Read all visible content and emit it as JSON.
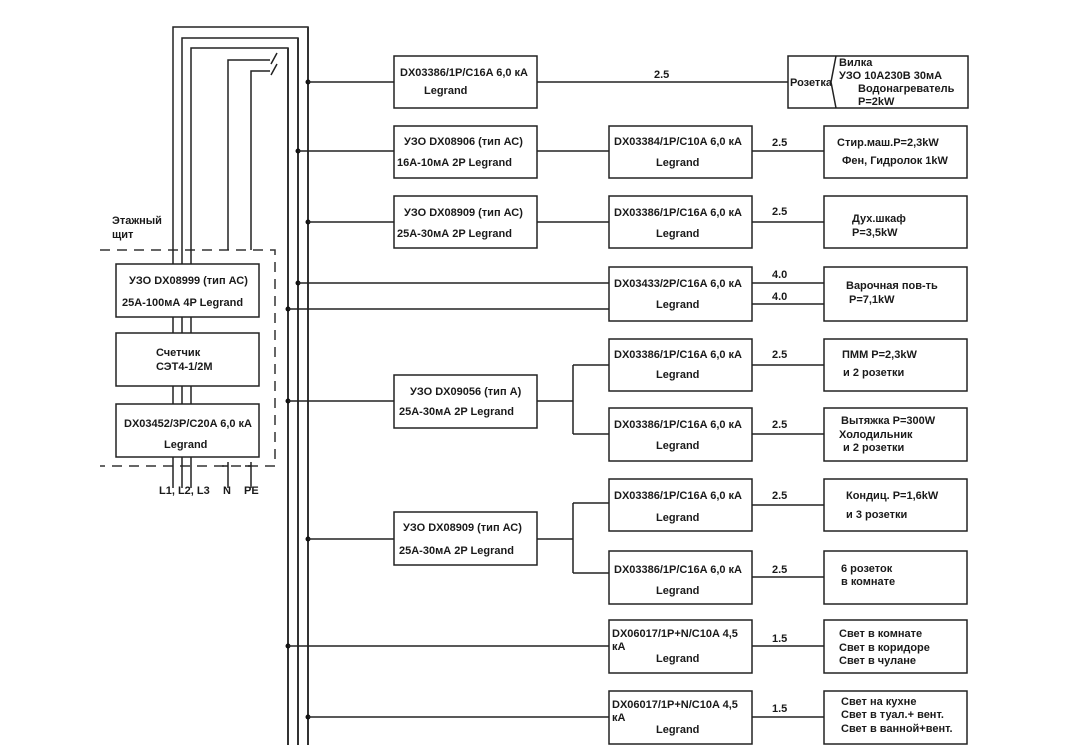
{
  "panel": {
    "label_line1": "Этажный",
    "label_line2": "щит",
    "rcd_main": {
      "line1": "УЗО DX08999 (тип АС)",
      "line2": "25A-100мА 4P Legrand"
    },
    "meter": {
      "line1": "Счетчик",
      "line2": "СЭТ4-1/2М"
    },
    "main_breaker": {
      "line1": "DX03452/3P/C20A 6,0 кА",
      "line2": "Legrand"
    },
    "terminals": {
      "phases": "L1, L2, L3",
      "neutral": "N",
      "earth": "PE"
    }
  },
  "circuits": [
    {
      "device": {
        "line1": "DX03386/1P/C16A 6,0 кА",
        "line2": "Legrand"
      },
      "cable": "2.5",
      "load": {
        "socket_label": "Розетка",
        "lines": [
          "Вилка",
          "УЗО 10А230В 30мА",
          "Водонагреватель",
          "P=2kW"
        ]
      }
    },
    {
      "rcd": {
        "line1": "УЗО DX08906 (тип АС)",
        "line2": "16A-10мА 2P Legrand"
      },
      "device": {
        "line1": "DX03384/1P/C10A 6,0 кА",
        "line2": "Legrand"
      },
      "cable": "2.5",
      "load": {
        "lines": [
          "Стир.маш.P=2,3kW",
          "Фен, Гидролок 1kW"
        ]
      }
    },
    {
      "rcd": {
        "line1": "УЗО DX08909 (тип АС)",
        "line2": "25A-30мА 2P Legrand"
      },
      "device": {
        "line1": "DX03386/1P/C16A 6,0 кА",
        "line2": "Legrand"
      },
      "cable": "2.5",
      "load": {
        "lines": [
          "Дух.шкаф",
          "P=3,5kW"
        ]
      }
    },
    {
      "device": {
        "line1": "DX03433/2P/C16A 6,0 кА",
        "line2": "Legrand"
      },
      "cable": "4.0",
      "cable2": "4.0",
      "load": {
        "lines": [
          "Варочная пов-ть",
          "P=7,1kW"
        ]
      }
    },
    {
      "group_rcd": {
        "line1": "УЗО DX09056 (тип А)",
        "line2": "25A-30мА 2P Legrand"
      },
      "branches": [
        {
          "device": {
            "line1": "DX03386/1P/C16A 6,0 кА",
            "line2": "Legrand"
          },
          "cable": "2.5",
          "load": {
            "lines": [
              "ПММ P=2,3kW",
              "и 2 розетки"
            ]
          }
        },
        {
          "device": {
            "line1": "DX03386/1P/C16A 6,0 кА",
            "line2": "Legrand"
          },
          "cable": "2.5",
          "load": {
            "lines": [
              "Вытяжка P=300W",
              "Холодильник",
              "и 2 розетки"
            ]
          }
        }
      ]
    },
    {
      "group_rcd": {
        "line1": "УЗО DX08909 (тип АС)",
        "line2": "25A-30мА 2P Legrand"
      },
      "branches": [
        {
          "device": {
            "line1": "DX03386/1P/C16A 6,0 кА",
            "line2": "Legrand"
          },
          "cable": "2.5",
          "load": {
            "lines": [
              "Кондиц. P=1,6kW",
              "и 3 розетки"
            ]
          }
        },
        {
          "device": {
            "line1": "DX03386/1P/C16A 6,0 кА",
            "line2": "Legrand"
          },
          "cable": "2.5",
          "load": {
            "lines": [
              "6 розеток",
              "в комнате"
            ]
          }
        }
      ]
    },
    {
      "device": {
        "line1": "DX06017/1P+N/C10A 4,5",
        "line1b": "кА",
        "line2": "Legrand"
      },
      "cable": "1.5",
      "load": {
        "lines": [
          "Свет в комнате",
          "Свет в коридоре",
          "Свет в чулане"
        ]
      }
    },
    {
      "device": {
        "line1": "DX06017/1P+N/C10A 4,5",
        "line1b": "кА",
        "line2": "Legrand"
      },
      "cable": "1.5",
      "load": {
        "lines": [
          "Свет на кухне",
          "Свет в туал.+ вент.",
          "Свет в ванной+вент."
        ]
      }
    }
  ]
}
